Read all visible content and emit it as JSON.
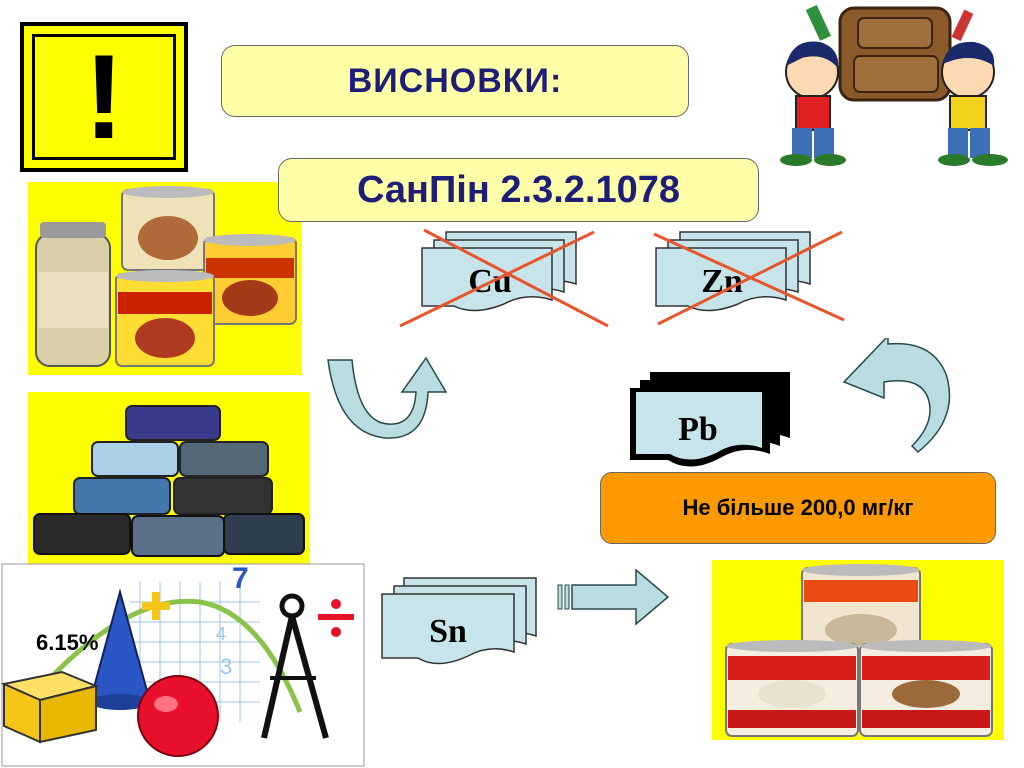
{
  "slide": {
    "title": "ВИСНОВКИ:",
    "warning_symbol": "!",
    "standard": "СанПін 2.3.2.1078",
    "limit_text": "Не більше 200,0 мг/кг"
  },
  "metals": {
    "cu": "Cu",
    "zn": "Zn",
    "pb": "Pb",
    "sn": "Sn"
  },
  "illustration_text": {
    "percent": "6.15%",
    "number_seven": "7",
    "number_four": "4",
    "number_three": "3"
  },
  "colors": {
    "title_text": "#1e1e78",
    "label_box_fill": "#ffffa8",
    "limit_box_fill": "#ff9900",
    "document_fill": "#c6e4ea",
    "cross_color": "#e8542b",
    "arrow_fill": "#b8dce0",
    "panel_yellow": "#ffff00"
  },
  "icons": {
    "warning": "exclamation-icon",
    "children": "children-with-backpack-clipart",
    "math": "math-shapes-clipart"
  }
}
